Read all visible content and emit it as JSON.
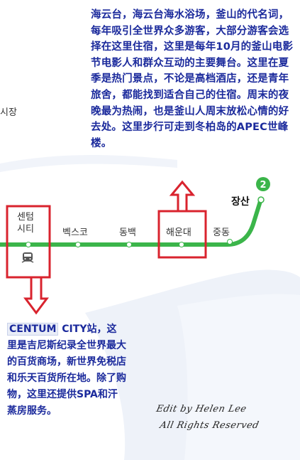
{
  "top_description": "海云台，海云台海水浴场，釜山的代名词，每年吸引全世界众多游客，大部分游客会选择在这里住宿，这里是每年10月的釜山电影节电影人和群众互动的主要舞台。这里在夏季是热门景点，不论是高档酒店，还是青年旅舍，都能找到适合自己的住宿。周末的夜晚最为热闹，也是釜山人周末放松心情的好去处。这里步行可走到冬柏岛的APEC世峰楼。",
  "bottom_description": {
    "highlight": "CENTUM",
    "text": " CITY站，这里是吉尼斯纪录全世界最大的百货商场，新世界免税店和乐天百货所在地。除了购物，这里还提供SPA和汗蒸房服务。"
  },
  "cut_label": "시장",
  "line": {
    "number": "2",
    "color": "#3bb54a",
    "stations": [
      {
        "line1": "센텀",
        "line2": "시티"
      },
      {
        "label": "벡스코"
      },
      {
        "label": "동백"
      },
      {
        "label": "해운대"
      },
      {
        "label": "중동"
      },
      {
        "label": "장산"
      }
    ]
  },
  "signature": {
    "line1": "Edit by Helen Lee",
    "line2": "All Rights Reserved"
  },
  "colors": {
    "text_blue": "#1b2a9c",
    "highlight_red": "#d9232e",
    "line_green": "#3bb54a",
    "bg_wave": "#eef2f9"
  },
  "icons": [
    "subway-train-icon",
    "arrow-up-icon",
    "arrow-down-icon"
  ]
}
